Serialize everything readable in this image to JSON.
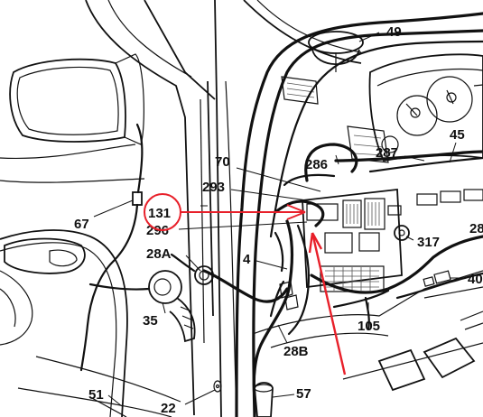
{
  "callouts": [
    {
      "id": "49",
      "text": "49"
    },
    {
      "id": "286",
      "text": "286"
    },
    {
      "id": "287",
      "text": "287"
    },
    {
      "id": "45",
      "text": "45"
    },
    {
      "id": "70",
      "text": "70"
    },
    {
      "id": "293",
      "text": "293"
    },
    {
      "id": "131",
      "text": "131"
    },
    {
      "id": "296",
      "text": "296"
    },
    {
      "id": "67",
      "text": "67"
    },
    {
      "id": "28",
      "text": "28"
    },
    {
      "id": "28A",
      "text": "28A"
    },
    {
      "id": "4",
      "text": "4"
    },
    {
      "id": "317",
      "text": "317"
    },
    {
      "id": "40",
      "text": "40"
    },
    {
      "id": "35",
      "text": "35"
    },
    {
      "id": "105",
      "text": "105"
    },
    {
      "id": "28B",
      "text": "28B"
    },
    {
      "id": "51",
      "text": "51"
    },
    {
      "id": "22",
      "text": "22"
    },
    {
      "id": "57",
      "text": "57"
    }
  ],
  "annotation": {
    "highlighted_callout": "131",
    "marker_color": "#e8202a",
    "ink_color": "#111111"
  }
}
